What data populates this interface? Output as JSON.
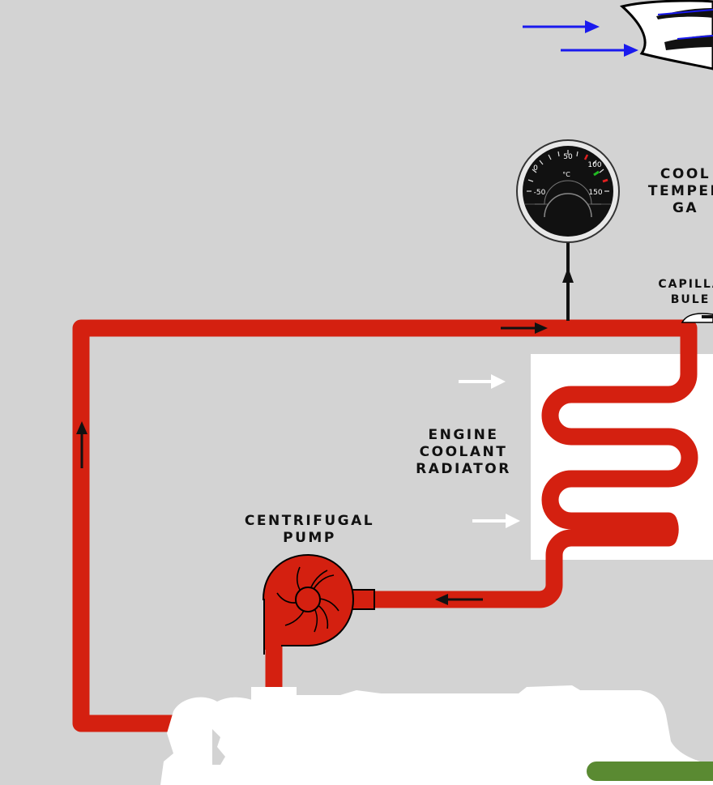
{
  "labels": {
    "gauge": [
      "COOL",
      "TEMPER",
      "GA"
    ],
    "capillary": [
      "CAPILLA",
      "BULE"
    ],
    "radiator": [
      "ENGINE",
      "COOLANT",
      "RADIATOR"
    ],
    "pump": [
      "CENTRIFUGAL",
      "PUMP"
    ]
  },
  "gauge_dial": {
    "ticks": [
      "-50",
      "0",
      "50",
      "100",
      "150"
    ],
    "unit": "°C"
  },
  "colors": {
    "background": "#d3d3d3",
    "coolant_pipe": "#d42010",
    "airflow_arrows": "#1a1aee",
    "radiator_body": "#ffffff",
    "engine_silhouette": "#ffffff",
    "gauge_face": "#111111",
    "green_bar": "#5a8a32"
  },
  "icons": [
    "gauge-icon",
    "pump-icon",
    "engine-silhouette",
    "radiator-coil",
    "flow-arrow",
    "airflow-arrow"
  ]
}
